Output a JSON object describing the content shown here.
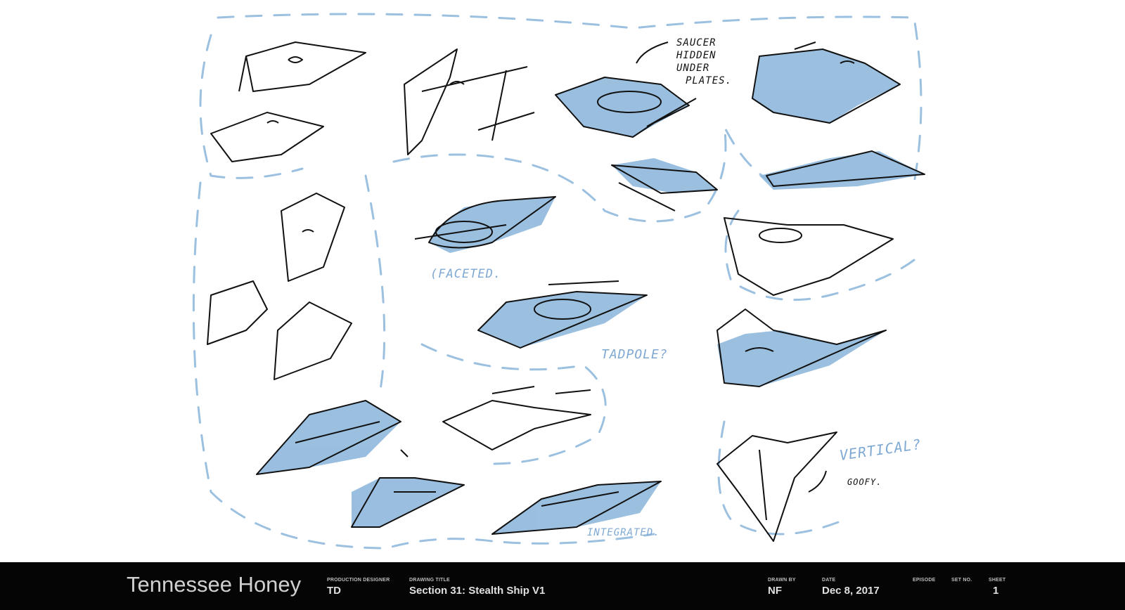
{
  "sketch": {
    "annotations": {
      "saucer": [
        "SAUCER",
        "HIDDEN",
        "UNDER",
        "PLATES."
      ],
      "faceted": "(FACETED.",
      "tadpole": "TADPOLE?",
      "integrated": "INTEGRATED.",
      "vertical": "VERTICAL?",
      "goofy": "GOOFY."
    },
    "colors": {
      "ink": "#111111",
      "wash": "#8fb8dc",
      "dash": "#9cc0e0"
    }
  },
  "title_block": {
    "brand": "Tennessee Honey",
    "production_designer": {
      "label": "PRODUCTION DESIGNER",
      "value": "TD"
    },
    "drawing_title": {
      "label": "DRAWING TITLE",
      "value": "Section 31: Stealth Ship V1"
    },
    "drawn_by": {
      "label": "DRAWN BY",
      "value": "NF"
    },
    "date": {
      "label": "DATE",
      "value": "Dec 8, 2017"
    },
    "episode": {
      "label": "EPISODE",
      "value": ""
    },
    "set_no": {
      "label": "SET NO.",
      "value": ""
    },
    "sheet": {
      "label": "SHEET",
      "value": "1"
    }
  }
}
